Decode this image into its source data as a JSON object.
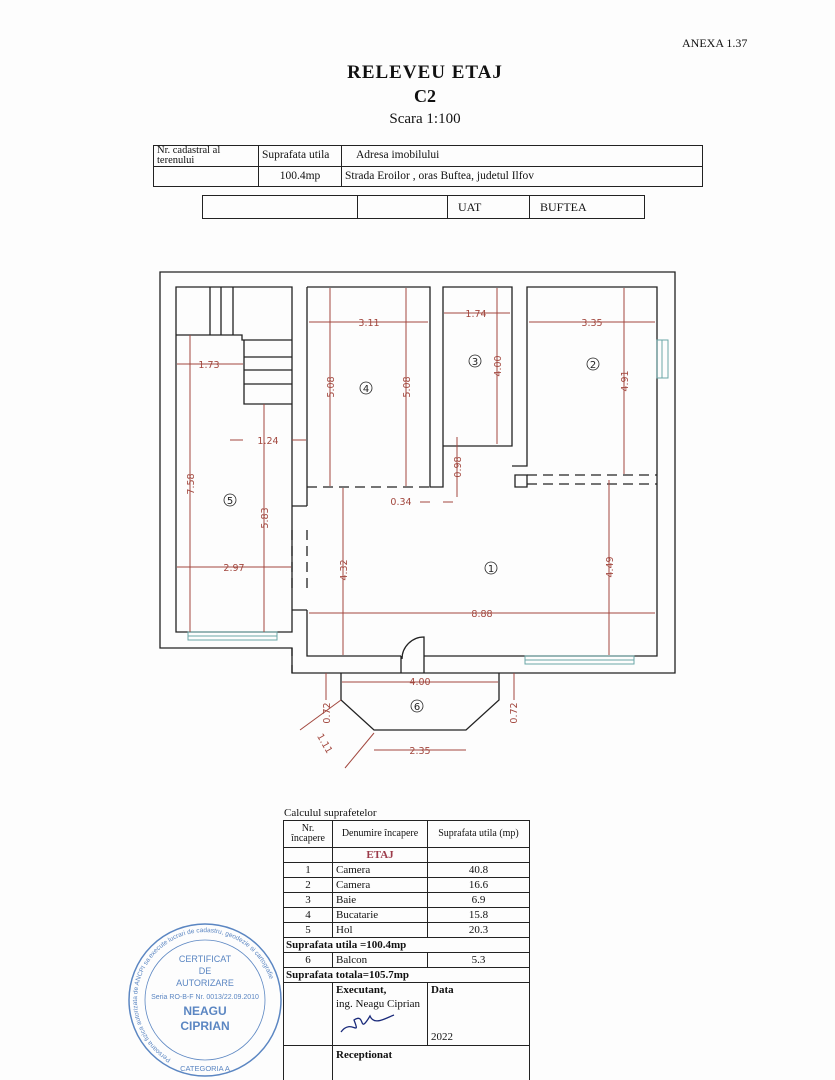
{
  "header": {
    "annex": "ANEXA 1.37",
    "title": "RELEVEU ETAJ",
    "subtitle": "C2",
    "scale": "Scara 1:100"
  },
  "info_table": {
    "headers": [
      "Nr. cadastral al terenului",
      "Suprafata utila",
      "Adresa imobilului"
    ],
    "values": [
      "",
      "100.4mp",
      "Strada Eroilor , oras Buftea, judetul Ilfov"
    ]
  },
  "uat_table": {
    "cells": [
      "",
      "",
      "UAT",
      "BUFTEA"
    ]
  },
  "plan": {
    "rooms": [
      "1",
      "2",
      "3",
      "4",
      "5",
      "6"
    ],
    "dimensions": [
      "3.11",
      "1.74",
      "3.35",
      "1.73",
      "5.08",
      "5.08",
      "4.00",
      "4.91",
      "1.24",
      "7.58",
      "5.83",
      "0.98",
      "0.34",
      "2.97",
      "4.32",
      "4.49",
      "8.88",
      "4.00",
      "0.72",
      "0.72",
      "1.11",
      "2.35"
    ],
    "colors": {
      "dimension": "#a2473e",
      "window": "#6aa7a8"
    }
  },
  "calc": {
    "title": "Calculul suprafetelor",
    "headers": [
      "Nr. încapere",
      "Denumire încapere",
      "Suprafata utila (mp)"
    ],
    "level": "ETAJ",
    "rows": [
      {
        "nr": "1",
        "name": "Camera",
        "area": "40.8"
      },
      {
        "nr": "2",
        "name": "Camera",
        "area": "16.6"
      },
      {
        "nr": "3",
        "name": "Baie",
        "area": "6.9"
      },
      {
        "nr": "4",
        "name": "Bucatarie",
        "area": "15.8"
      },
      {
        "nr": "5",
        "name": "Hol",
        "area": "20.3"
      }
    ],
    "subtotal": "Suprafata utila =100.4mp",
    "balcony": {
      "nr": "6",
      "name": "Balcon",
      "area": "5.3"
    },
    "total": "Suprafata totala=105.7mp",
    "executant_label": "Executant,",
    "executant_name": "ing. Neagu Ciprian",
    "date_label": "Data",
    "date_value": "2022",
    "received_label": "Receptionat"
  },
  "stamp": {
    "ring_top": "Persoana fizica autorizata de ANCPI sa execute lucrari de cadastru, geodezie si cartografie",
    "line1": "CERTIFICAT",
    "line2": "DE",
    "line3": "AUTORIZARE",
    "series": "Seria RO-B-F Nr. 0013/22.09.2010",
    "name1": "NEAGU",
    "name2": "CIPRIAN",
    "category": "CATEGORIA A",
    "color": "#5b86c2"
  }
}
